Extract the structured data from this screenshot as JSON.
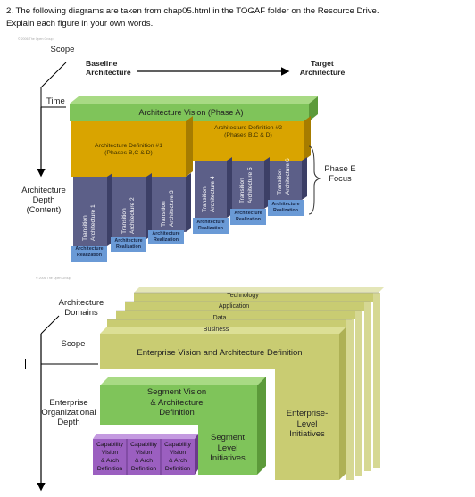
{
  "question": {
    "line1": "2.  The following diagrams are taken from chap05.html in the TOGAF folder on the Resource Drive.",
    "line2": "Explain each figure in your own words."
  },
  "watermark": "© 2006 The Open Group",
  "figure1": {
    "scope": "Scope",
    "baseline": [
      "Baseline",
      "Architecture"
    ],
    "target": [
      "Target",
      "Architecture"
    ],
    "time": "Time",
    "depth": [
      "Architecture",
      "Depth",
      "(Content)"
    ],
    "vision": "Architecture Vision (Phase A)",
    "def1": [
      "Architecture Definition #1",
      "(Phases B,C & D)"
    ],
    "def2": [
      "Architecture Definition #2",
      "(Phases B,C & D)"
    ],
    "phase_e": [
      "Phase E",
      "Focus"
    ],
    "transitions": [
      [
        "Transition",
        "Architecture 1"
      ],
      [
        "Transition",
        "Architecture 2"
      ],
      [
        "Transition",
        "Architecture 3"
      ],
      [
        "Transition",
        "Architecture 4"
      ],
      [
        "Transition",
        "Architecture 5"
      ],
      [
        "Transition",
        "Architecture 6"
      ]
    ],
    "realization": [
      "Architecture",
      "Realization"
    ]
  },
  "figure2": {
    "domains": [
      "Architecture",
      "Domains"
    ],
    "scope": "Scope",
    "depth": [
      "Enterprise",
      "Organizational",
      "Depth"
    ],
    "layers": [
      "Technology",
      "Application",
      "Data",
      "Business"
    ],
    "enterprise_vision": "Enterprise Vision and Architecture Definition",
    "segment": [
      "Segment Vision",
      "& Architecture",
      "Definition"
    ],
    "segment_initiatives": [
      "Segment",
      "Level",
      "Initiatives"
    ],
    "enterprise_initiatives": [
      "Enterprise-",
      "Level",
      "Initiatives"
    ],
    "capability": [
      "Capability",
      "Vision",
      "& Arch",
      "Definition"
    ]
  },
  "colors": {
    "green": "#7fc45a",
    "gold": "#d9a400",
    "slate": "#5c5f88",
    "blue": "#6a9ad6",
    "olive": "#c9cc72",
    "purple": "#9b5fc0"
  }
}
